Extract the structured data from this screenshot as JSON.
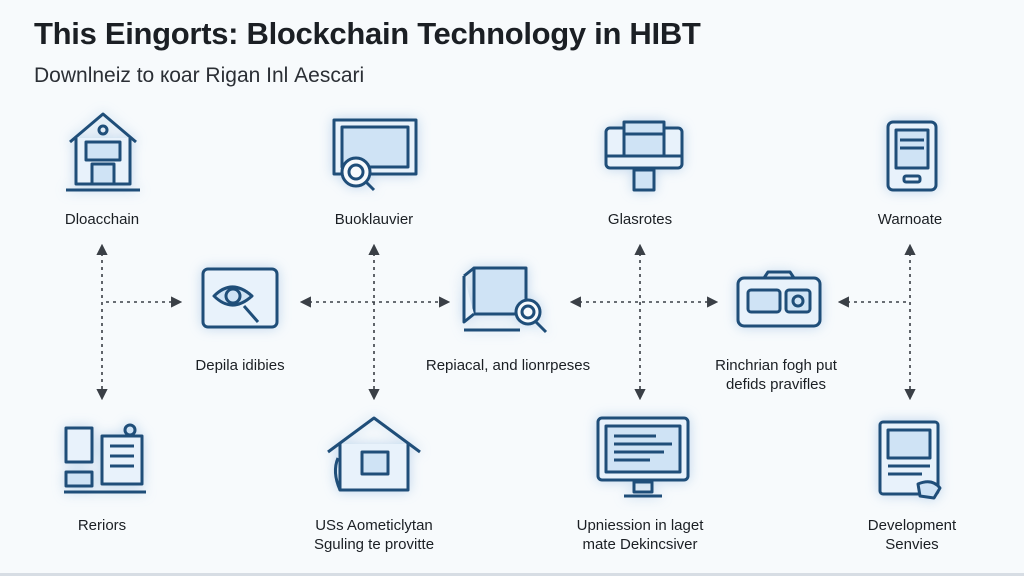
{
  "header": {
    "title_part1": "This Eingorts: ",
    "title_part2": "Blockchain Technology in HIBT",
    "subtitle": "Downlneiz to кoar Rigan Inl Аescari"
  },
  "colors": {
    "icon_stroke": "#1f4e79",
    "icon_fill": "#cfe3f5",
    "connector": "#3a3f46"
  },
  "nodes": [
    {
      "id": "top-1",
      "icon": "building-icon",
      "label": "Dloacchain"
    },
    {
      "id": "top-2",
      "icon": "monitor-magnifier-icon",
      "label": "Buoklauvier"
    },
    {
      "id": "top-3",
      "icon": "server-box-icon",
      "label": "Glasrotes"
    },
    {
      "id": "top-4",
      "icon": "mobile-device-icon",
      "label": "Warnoate"
    },
    {
      "id": "mid-1",
      "icon": "eye-magnifier-icon",
      "label": "Depila idibies"
    },
    {
      "id": "mid-2",
      "icon": "computer-magnifier-icon",
      "label": "Repiacal, and lionrpeses"
    },
    {
      "id": "mid-3",
      "icon": "card-panel-icon",
      "label_line1": "Rinchrian fogh put",
      "label_line2": "defids pravifles"
    },
    {
      "id": "bot-1",
      "icon": "city-buildings-icon",
      "label": "Reriors"
    },
    {
      "id": "bot-2",
      "icon": "house-icon",
      "label_line1": "USs Aometiclytan",
      "label_line2": "Sguling te provitte"
    },
    {
      "id": "bot-3",
      "icon": "desktop-screen-icon",
      "label_line1": "Upniession in laget",
      "label_line2": "mate Dekincsiver"
    },
    {
      "id": "bot-4",
      "icon": "document-tablet-icon",
      "label_line1": "Development",
      "label_line2": "Senvies"
    }
  ]
}
